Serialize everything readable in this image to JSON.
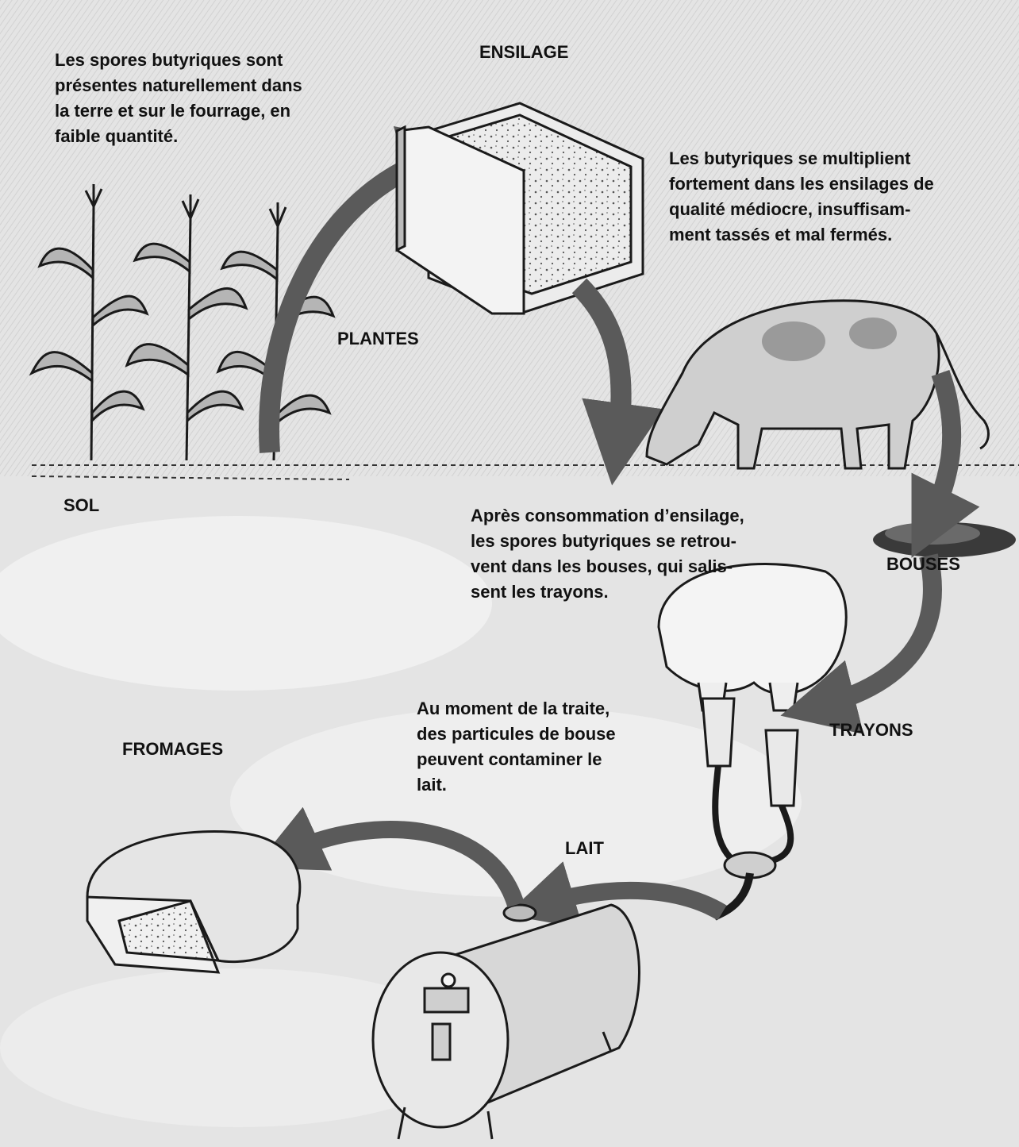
{
  "labels": {
    "ensilage": "ENSILAGE",
    "plantes": "PLANTES",
    "sol": "SOL",
    "bouses": "BOUSES",
    "trayons": "TRAYONS",
    "fromages": "FROMAGES",
    "lait": "LAIT"
  },
  "captions": {
    "spores": [
      "Les spores butyriques sont",
      "présentes naturellement dans",
      "la terre et sur le fourrage, en",
      "faible quantité."
    ],
    "multiplication": [
      "Les butyriques se multiplient",
      "fortement dans les ensilages de",
      "qualité médiocre, insuffisam-",
      "ment tassés et mal fermés."
    ],
    "consommation": [
      "Après consommation d’ensilage,",
      "les spores butyriques se retrou-",
      "vent dans les bouses, qui salis-",
      "sent les trayons."
    ],
    "traite": [
      "Au moment de la traite,",
      "des particules de bouse",
      "peuvent contaminer le",
      "lait."
    ]
  },
  "colors": {
    "background": "#e4e4e4",
    "arrow": "#5a5a5a",
    "ink": "#1a1a1a"
  }
}
